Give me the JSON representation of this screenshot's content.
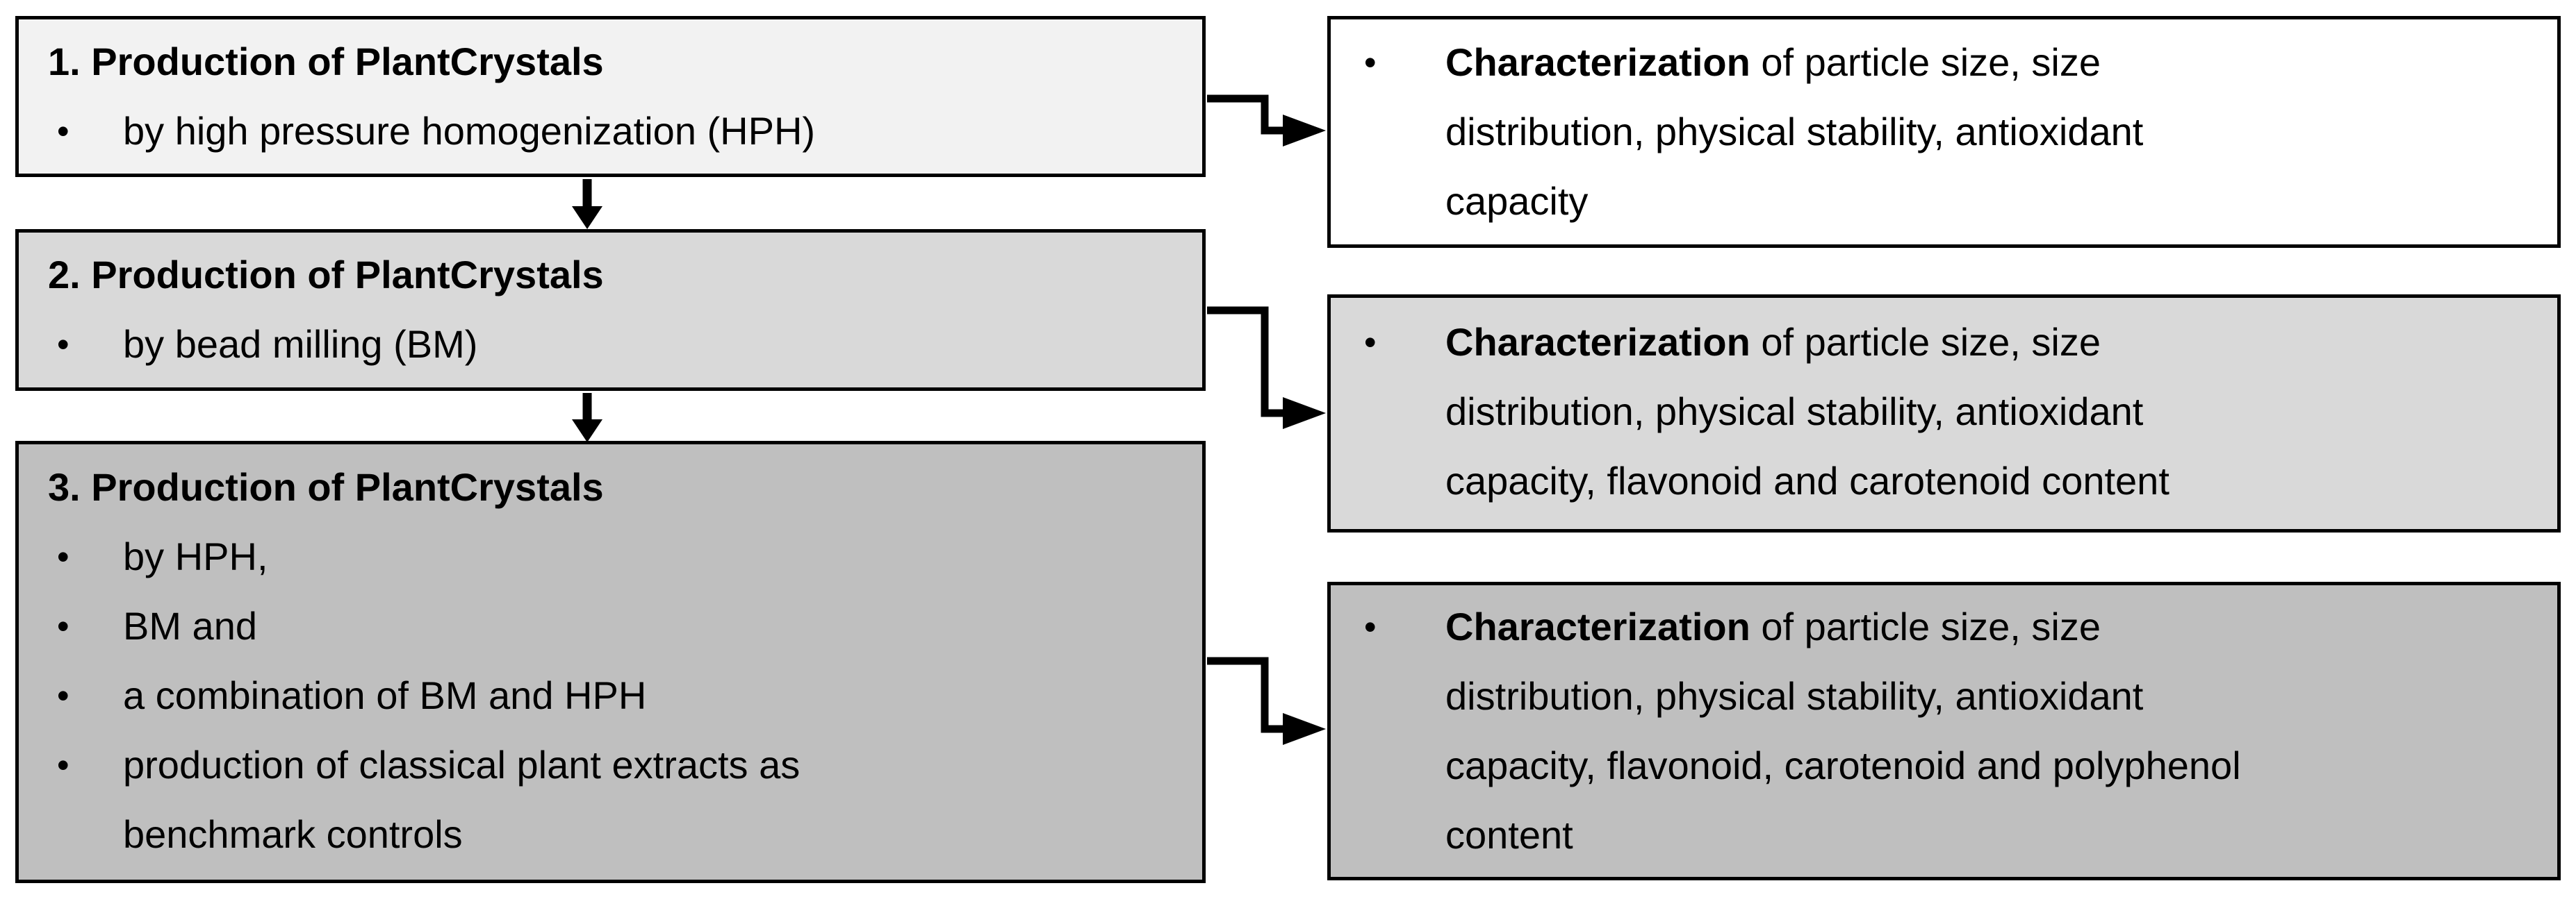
{
  "diagram": {
    "type": "flowchart",
    "bullet_char": "•",
    "colors": {
      "background": "#ffffff",
      "border": "#000000",
      "arrow": "#000000",
      "text": "#000000"
    },
    "left_boxes": [
      {
        "id": "production-box-1",
        "fill": "#f2f2f2",
        "title": "1. Production of PlantCrystals",
        "bullets": [
          "by high pressure homogenization (HPH)"
        ]
      },
      {
        "id": "production-box-2",
        "fill": "#d9d9d9",
        "title": "2. Production of PlantCrystals",
        "bullets": [
          "by bead milling (BM)"
        ]
      },
      {
        "id": "production-box-3",
        "fill": "#bfbfbf",
        "title": "3. Production of PlantCrystals",
        "bullets": [
          "by HPH,",
          "BM and",
          "a combination of BM and HPH",
          "production of classical plant extracts as\nbenchmark controls"
        ]
      }
    ],
    "right_boxes": [
      {
        "id": "characterization-box-1",
        "fill": "#ffffff",
        "lead_bold": "Characterization",
        "text_lines": [
          "of particle size, size",
          "distribution, physical stability, antioxidant",
          "capacity"
        ]
      },
      {
        "id": "characterization-box-2",
        "fill": "#d9d9d9",
        "lead_bold": "Characterization",
        "text_lines": [
          "of particle size, size",
          "distribution, physical stability, antioxidant",
          "capacity, flavonoid and carotenoid content"
        ]
      },
      {
        "id": "characterization-box-3",
        "fill": "#bfbfbf",
        "lead_bold": "Characterization",
        "text_lines": [
          "of particle size, size",
          "distribution, physical stability, antioxidant",
          "capacity, flavonoid, carotenoid and polyphenol",
          "content"
        ]
      }
    ]
  }
}
